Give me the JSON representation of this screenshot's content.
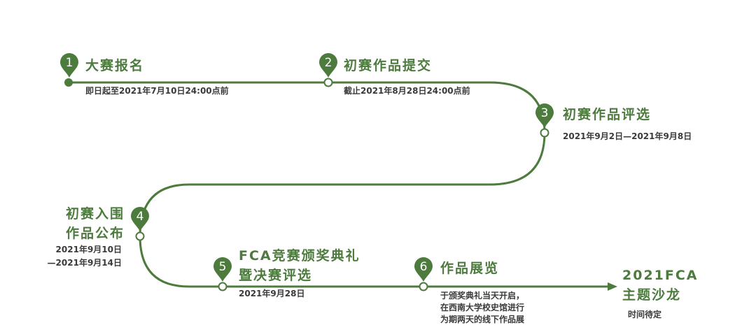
{
  "colors": {
    "accent": "#4d7b3d",
    "line": "#4d7b3d",
    "text": "#3a3a3a"
  },
  "steps": [
    {
      "num": "1",
      "title": "大赛报名",
      "dates": [
        "即日起至2021年7月10日24:00点前"
      ]
    },
    {
      "num": "2",
      "title": "初赛作品提交",
      "dates": [
        "截止2021年8月28日24:00点前"
      ]
    },
    {
      "num": "3",
      "title": "初赛作品评选",
      "dates": [
        "2021年9月2日—2021年9月8日"
      ]
    },
    {
      "num": "4",
      "title": [
        "初赛入围",
        "作品公布"
      ],
      "dates": [
        "2021年9月10日",
        "—2021年9月14日"
      ]
    },
    {
      "num": "5",
      "title": [
        "FCA竞赛颁奖典礼",
        "暨决赛评选"
      ],
      "dates": [
        "2021年9月28日"
      ]
    },
    {
      "num": "6",
      "title": "作品展览",
      "dates": [
        "于颁奖典礼当天开启，",
        "在西南大学校史馆进行",
        "为期两天的线下作品展"
      ]
    }
  ],
  "finale": {
    "title": [
      "2021FCA",
      "主题沙龙"
    ],
    "note": "时间待定"
  }
}
